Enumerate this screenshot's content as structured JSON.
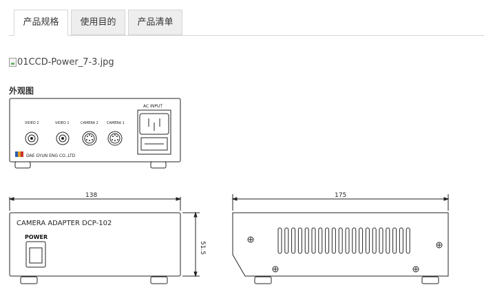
{
  "tabs": [
    {
      "label": "产品规格",
      "active": true
    },
    {
      "label": "使用目的",
      "active": false
    },
    {
      "label": "产品清单",
      "active": false
    }
  ],
  "image": {
    "alt": "01CCD-Power_7-3.jpg"
  },
  "section": {
    "title": "外观图"
  },
  "drawing": {
    "front": {
      "ac_input": "AC INPUT",
      "video2": "VIDEO 2",
      "video1": "VIDEO 1",
      "camera2": "CAMERA 2",
      "camera1": "CAMERA 1",
      "maker": "DAE GYUN ENG CO.,LTD"
    },
    "panel": {
      "model": "CAMERA ADAPTER DCP-102",
      "power": "POWER",
      "width_dim": "138",
      "height_dim": "51.5"
    },
    "side": {
      "depth_dim": "175"
    }
  }
}
